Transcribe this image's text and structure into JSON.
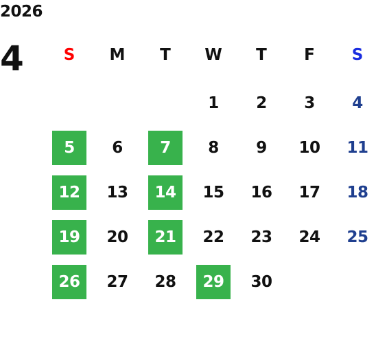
{
  "year": "2026",
  "month": "4",
  "colors": {
    "highlight": "#38b24c",
    "sunday_header": "#ff0000",
    "saturday_header": "#1a2de0",
    "saturday_day": "#1f3f8f",
    "text": "#111111"
  },
  "weekdays": [
    "S",
    "M",
    "T",
    "W",
    "T",
    "F",
    "S"
  ],
  "days": [
    {
      "label": "1",
      "col": 3,
      "row": 0,
      "highlight": false
    },
    {
      "label": "2",
      "col": 4,
      "row": 0,
      "highlight": false
    },
    {
      "label": "3",
      "col": 5,
      "row": 0,
      "highlight": false
    },
    {
      "label": "4",
      "col": 6,
      "row": 0,
      "highlight": false
    },
    {
      "label": "5",
      "col": 0,
      "row": 1,
      "highlight": true
    },
    {
      "label": "6",
      "col": 1,
      "row": 1,
      "highlight": false
    },
    {
      "label": "7",
      "col": 2,
      "row": 1,
      "highlight": true
    },
    {
      "label": "8",
      "col": 3,
      "row": 1,
      "highlight": false
    },
    {
      "label": "9",
      "col": 4,
      "row": 1,
      "highlight": false
    },
    {
      "label": "10",
      "col": 5,
      "row": 1,
      "highlight": false
    },
    {
      "label": "11",
      "col": 6,
      "row": 1,
      "highlight": false
    },
    {
      "label": "12",
      "col": 0,
      "row": 2,
      "highlight": true
    },
    {
      "label": "13",
      "col": 1,
      "row": 2,
      "highlight": false
    },
    {
      "label": "14",
      "col": 2,
      "row": 2,
      "highlight": true
    },
    {
      "label": "15",
      "col": 3,
      "row": 2,
      "highlight": false
    },
    {
      "label": "16",
      "col": 4,
      "row": 2,
      "highlight": false
    },
    {
      "label": "17",
      "col": 5,
      "row": 2,
      "highlight": false
    },
    {
      "label": "18",
      "col": 6,
      "row": 2,
      "highlight": false
    },
    {
      "label": "19",
      "col": 0,
      "row": 3,
      "highlight": true
    },
    {
      "label": "20",
      "col": 1,
      "row": 3,
      "highlight": false
    },
    {
      "label": "21",
      "col": 2,
      "row": 3,
      "highlight": true
    },
    {
      "label": "22",
      "col": 3,
      "row": 3,
      "highlight": false
    },
    {
      "label": "23",
      "col": 4,
      "row": 3,
      "highlight": false
    },
    {
      "label": "24",
      "col": 5,
      "row": 3,
      "highlight": false
    },
    {
      "label": "25",
      "col": 6,
      "row": 3,
      "highlight": false
    },
    {
      "label": "26",
      "col": 0,
      "row": 4,
      "highlight": true
    },
    {
      "label": "27",
      "col": 1,
      "row": 4,
      "highlight": false
    },
    {
      "label": "28",
      "col": 2,
      "row": 4,
      "highlight": false
    },
    {
      "label": "29",
      "col": 3,
      "row": 4,
      "highlight": true
    },
    {
      "label": "30",
      "col": 4,
      "row": 4,
      "highlight": false
    }
  ]
}
